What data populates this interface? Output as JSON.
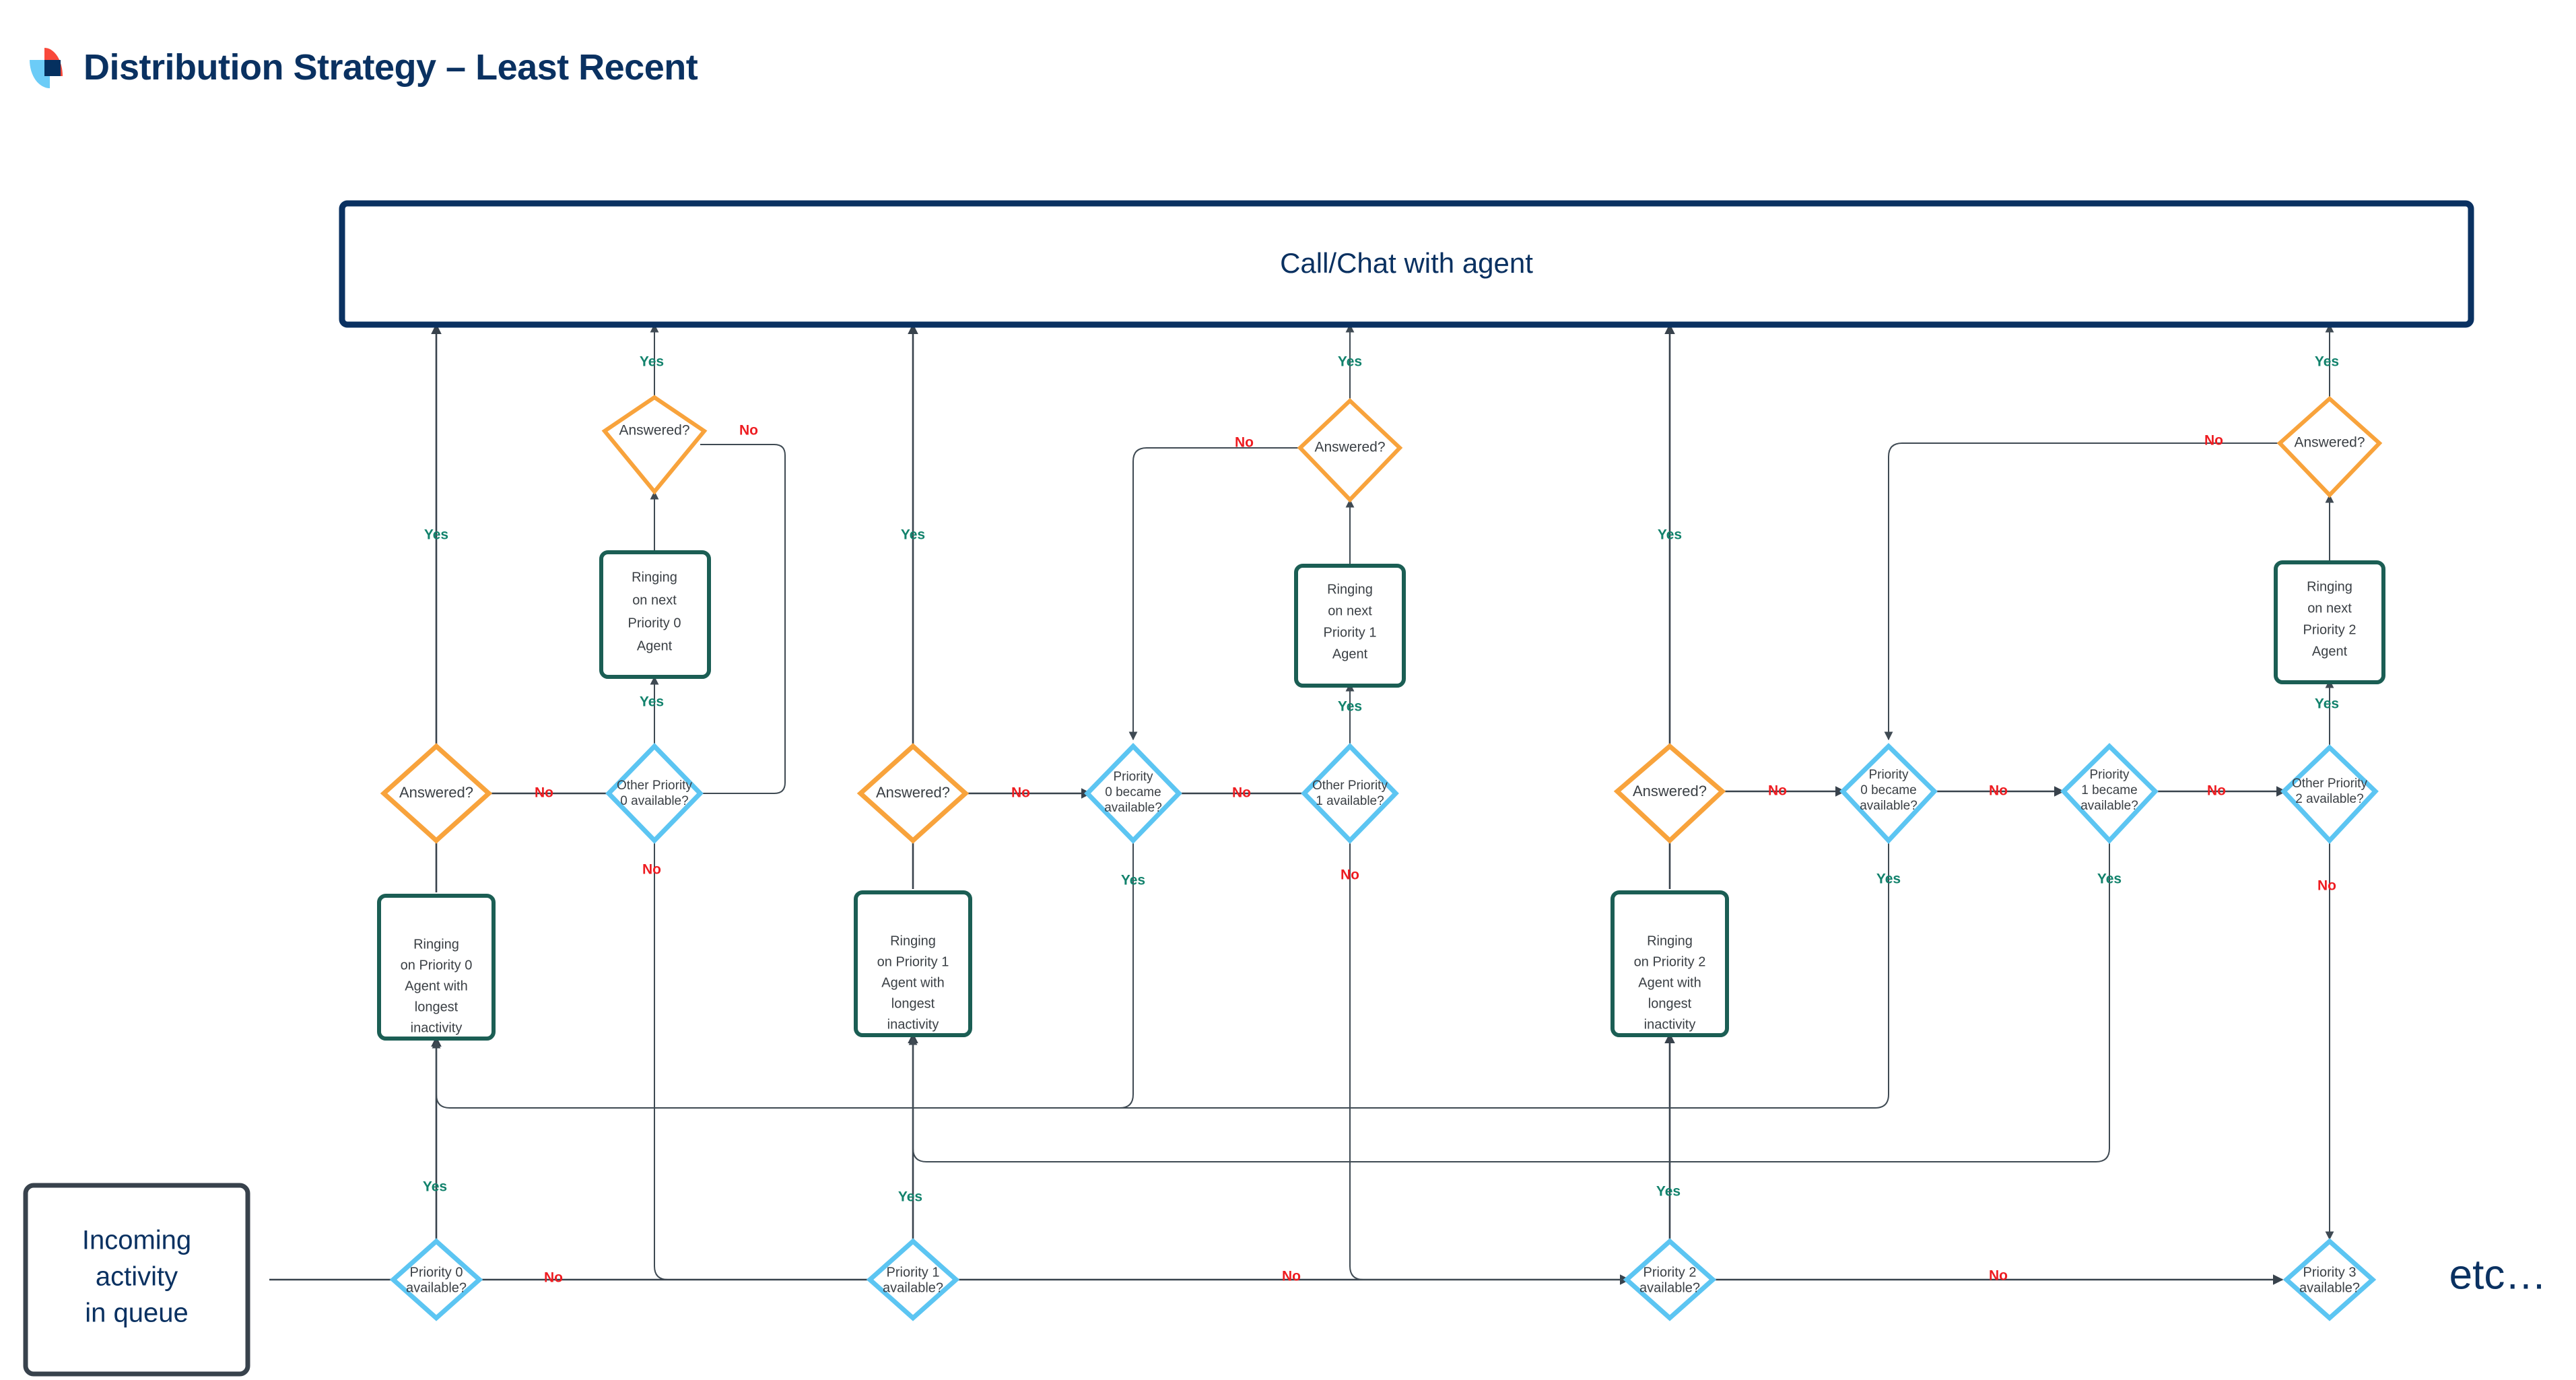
{
  "header": {
    "title": "Distribution Strategy – Least Recent",
    "logo_name": "brand-logo",
    "logo_colors": {
      "red": "#F9493B",
      "blue": "#6CCCF7",
      "navy": "#05305F"
    },
    "title_color": "#0A3161"
  },
  "palette": {
    "orange": "#F8A33C",
    "light_blue": "#5CC5F2",
    "teal": "#1B5E54",
    "navy": "#0A3161",
    "dark_slate": "#38424C",
    "yes_green": "#12826C",
    "no_red": "#EE1C21"
  },
  "nodes": {
    "call_chat": {
      "label": "Call/Chat with agent",
      "shape": "rect",
      "color": "#0A3161"
    },
    "incoming": {
      "label_lines": [
        "Incoming",
        "activity",
        "in queue"
      ],
      "shape": "rect",
      "color": "#38424C"
    },
    "etc": {
      "label": "etc…",
      "color": "#0A3161"
    },
    "answered_0": {
      "label": "Answered?",
      "shape": "diamond",
      "color": "#F8A33C"
    },
    "answered_0b": {
      "label": "Answered?",
      "shape": "diamond",
      "color": "#F8A33C"
    },
    "answered_1": {
      "label": "Answered?",
      "shape": "diamond",
      "color": "#F8A33C"
    },
    "answered_1b": {
      "label": "Answered?",
      "shape": "diamond",
      "color": "#F8A33C"
    },
    "answered_2": {
      "label": "Answered?",
      "shape": "diamond",
      "color": "#F8A33C"
    },
    "answered_2b": {
      "label": "Answered?",
      "shape": "diamond",
      "color": "#F8A33C"
    },
    "ring_next_p0": {
      "label_lines": [
        "Ringing",
        "on next",
        "Priority 0",
        "Agent"
      ],
      "shape": "rect",
      "color": "#1B5E54"
    },
    "ring_next_p1": {
      "label_lines": [
        "Ringing",
        "on next",
        "Priority 1",
        "Agent"
      ],
      "shape": "rect",
      "color": "#1B5E54"
    },
    "ring_next_p2": {
      "label_lines": [
        "Ringing",
        "on next",
        "Priority 2",
        "Agent"
      ],
      "shape": "rect",
      "color": "#1B5E54"
    },
    "ring_p0_longest": {
      "label_lines": [
        "Ringing",
        "on Priority 0",
        "Agent with",
        "longest",
        "inactivity"
      ],
      "shape": "rect",
      "color": "#1B5E54"
    },
    "ring_p1_longest": {
      "label_lines": [
        "Ringing",
        "on Priority 1",
        "Agent with",
        "longest",
        "inactivity"
      ],
      "shape": "rect",
      "color": "#1B5E54"
    },
    "ring_p2_longest": {
      "label_lines": [
        "Ringing",
        "on Priority 2",
        "Agent with",
        "longest",
        "inactivity"
      ],
      "shape": "rect",
      "color": "#1B5E54"
    },
    "other_p0": {
      "label_lines": [
        "Other Priority",
        "0 available?"
      ],
      "shape": "diamond",
      "color": "#5CC5F2"
    },
    "other_p1": {
      "label_lines": [
        "Other Priority",
        "1 available?"
      ],
      "shape": "diamond",
      "color": "#5CC5F2"
    },
    "other_p2": {
      "label_lines": [
        "Other Priority",
        "2 available?"
      ],
      "shape": "diamond",
      "color": "#5CC5F2"
    },
    "p0_became_a": {
      "label_lines": [
        "Priority",
        "0 became",
        "available?"
      ],
      "shape": "diamond",
      "color": "#5CC5F2"
    },
    "p0_became_b": {
      "label_lines": [
        "Priority",
        "0 became",
        "available?"
      ],
      "shape": "diamond",
      "color": "#5CC5F2"
    },
    "p1_became": {
      "label_lines": [
        "Priority",
        "1 became",
        "available?"
      ],
      "shape": "diamond",
      "color": "#5CC5F2"
    },
    "prio0_avail": {
      "label_lines": [
        "Priority 0",
        "available?"
      ],
      "shape": "diamond",
      "color": "#5CC5F2"
    },
    "prio1_avail": {
      "label_lines": [
        "Priority 1",
        "available?"
      ],
      "shape": "diamond",
      "color": "#5CC5F2"
    },
    "prio2_avail": {
      "label_lines": [
        "Priority 2",
        "available?"
      ],
      "shape": "diamond",
      "color": "#5CC5F2"
    },
    "prio3_avail": {
      "label_lines": [
        "Priority 3",
        "available?"
      ],
      "shape": "diamond",
      "color": "#5CC5F2"
    }
  },
  "edge_labels": {
    "yes": "Yes",
    "no": "No",
    "list": [
      {
        "id": "y-col0-top",
        "text": "Yes"
      },
      {
        "id": "y-col0-mid",
        "text": "Yes"
      },
      {
        "id": "y-col0-ring",
        "text": "Yes"
      },
      {
        "id": "y-col0-bot",
        "text": "Yes"
      },
      {
        "id": "n-ans0b",
        "text": "No"
      },
      {
        "id": "n-ans0",
        "text": "No"
      },
      {
        "id": "n-otherp0",
        "text": "No"
      },
      {
        "id": "n-p0bot",
        "text": "No"
      },
      {
        "id": "y-col1-top",
        "text": "Yes"
      },
      {
        "id": "y-col1-mid",
        "text": "Yes"
      },
      {
        "id": "y-col1-ring",
        "text": "Yes"
      },
      {
        "id": "y-col1-bot",
        "text": "Yes"
      },
      {
        "id": "y-p0became1",
        "text": "Yes"
      },
      {
        "id": "n-ans1b",
        "text": "No"
      },
      {
        "id": "n-ans1",
        "text": "No"
      },
      {
        "id": "n-p0became1",
        "text": "No"
      },
      {
        "id": "n-otherp1",
        "text": "No"
      },
      {
        "id": "n-p1bot",
        "text": "No"
      },
      {
        "id": "y-col2-top",
        "text": "Yes"
      },
      {
        "id": "y-col2-mid",
        "text": "Yes"
      },
      {
        "id": "y-col2-ring",
        "text": "Yes"
      },
      {
        "id": "y-col2-bot",
        "text": "Yes"
      },
      {
        "id": "y-p0became2",
        "text": "Yes"
      },
      {
        "id": "y-p1became",
        "text": "Yes"
      },
      {
        "id": "n-ans2b",
        "text": "No"
      },
      {
        "id": "n-ans2",
        "text": "No"
      },
      {
        "id": "n-p0became2",
        "text": "No"
      },
      {
        "id": "n-p1became",
        "text": "No"
      },
      {
        "id": "n-otherp2",
        "text": "No"
      },
      {
        "id": "n-p2bot",
        "text": "No"
      }
    ]
  },
  "chart_data": {
    "type": "diagram",
    "title": "Distribution Strategy – Least Recent",
    "diagram_kind": "flowchart",
    "columns": [
      {
        "priority": 0,
        "entry_decision": "Priority 0 available?",
        "on_yes": "Ringing on Priority 0 Agent with longest inactivity",
        "answered": "Answered?",
        "answered_yes": "Call/Chat with agent",
        "answered_no": "Other Priority 0 available?",
        "other_yes": "Ringing on next Priority 0 Agent",
        "other_no": "fall through to Priority 1 available?"
      },
      {
        "priority": 1,
        "entry_decision": "Priority 1 available?",
        "on_yes": "Ringing on Priority 1 Agent with longest inactivity",
        "answered": "Answered?",
        "answered_yes": "Call/Chat with agent",
        "answered_no": "Priority 0 became available?",
        "p0_became_yes": "Ringing on Priority 0 Agent with longest inactivity",
        "p0_became_no": "Other Priority 1 available?",
        "other_yes": "Ringing on next Priority 1 Agent",
        "other_no": "fall through to Priority 2 available?"
      },
      {
        "priority": 2,
        "entry_decision": "Priority 2 available?",
        "on_yes": "Ringing on Priority 2 Agent with longest inactivity",
        "answered": "Answered?",
        "answered_yes": "Call/Chat with agent",
        "answered_no": "Priority 0 became available?",
        "p0_became_yes": "Ringing on Priority 0 Agent with longest inactivity",
        "p0_became_no": "Priority 1 became available?",
        "p1_became_yes": "Ringing on Priority 1 Agent with longest inactivity",
        "p1_became_no": "Other Priority 2 available?",
        "other_yes": "Ringing on next Priority 2 Agent",
        "other_no": "fall through to Priority 3 available?"
      },
      {
        "priority": 3,
        "entry_decision": "Priority 3 available?",
        "note": "etc…"
      }
    ],
    "start": "Incoming activity in queue",
    "terminal": "Call/Chat with agent",
    "edge_values": [
      "Yes",
      "No"
    ]
  }
}
